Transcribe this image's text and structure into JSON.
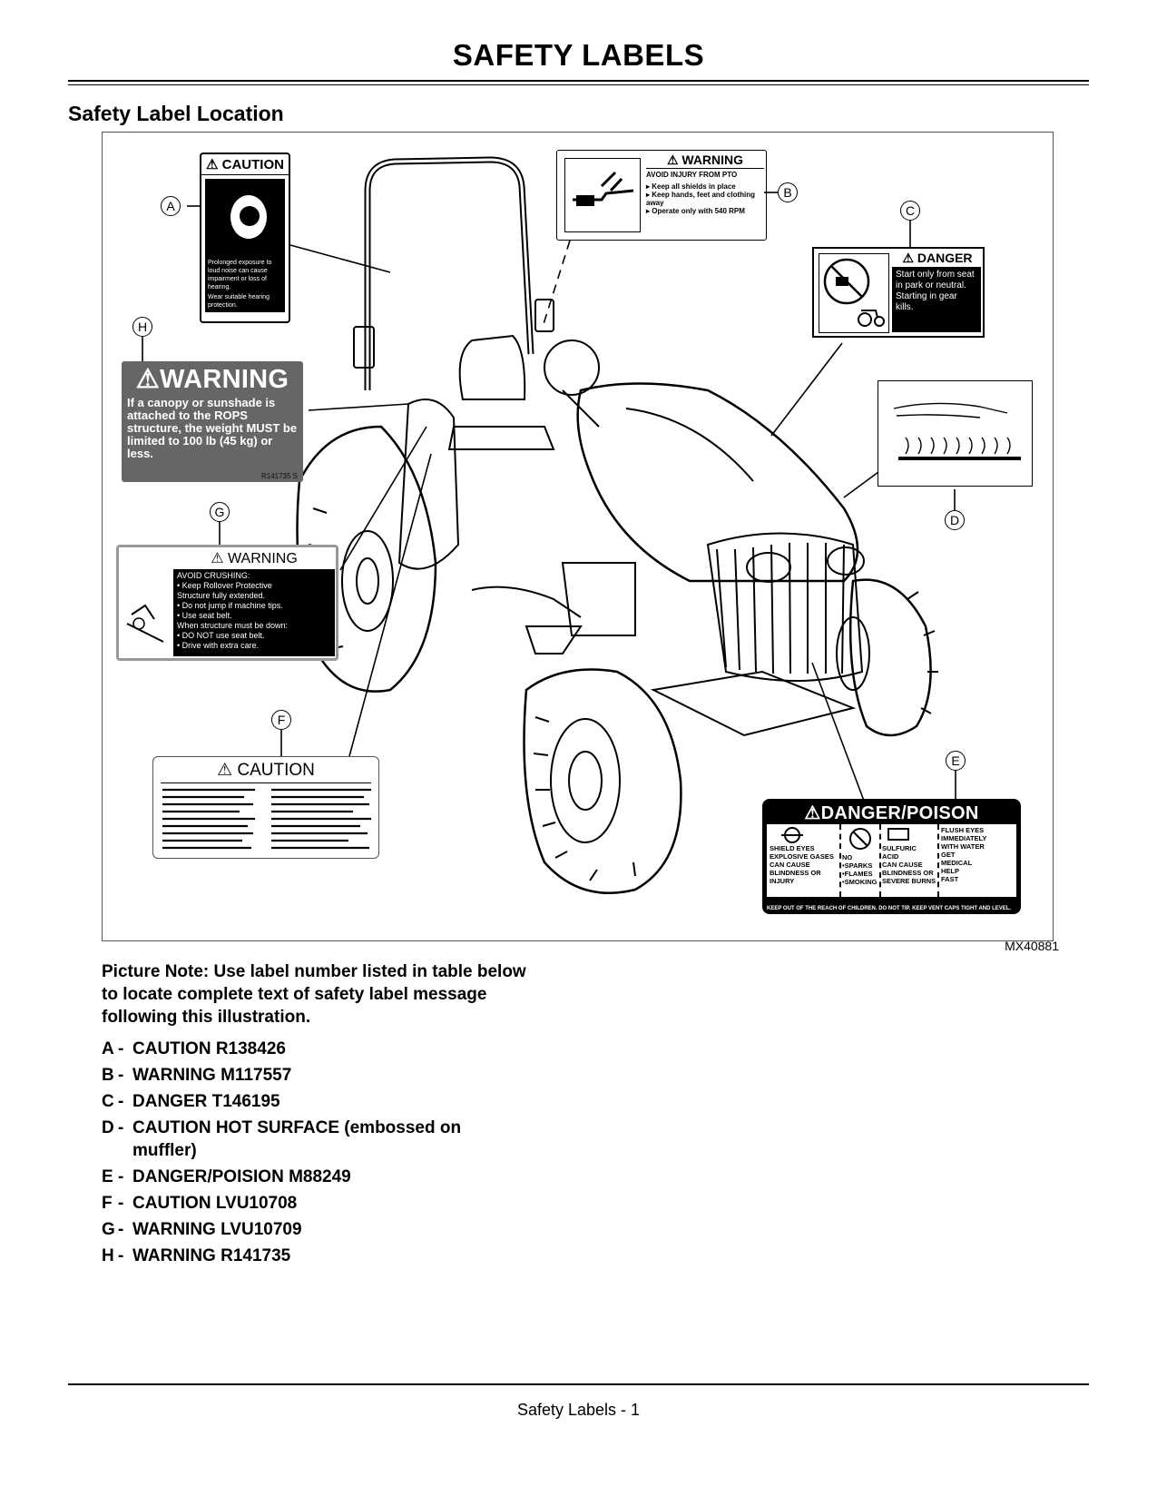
{
  "header": {
    "title": "SAFETY LABELS"
  },
  "section": {
    "heading": "Safety Label Location"
  },
  "figure": {
    "figure_id": "MX40881",
    "callouts": [
      "A",
      "B",
      "C",
      "D",
      "E",
      "F",
      "G",
      "H"
    ],
    "labels": {
      "a": {
        "signal": "⚠ CAUTION",
        "text": "Prolonged exposure to loud noise can cause impairment or loss of hearing.",
        "text2": "Wear suitable hearing protection."
      },
      "b": {
        "signal": "⚠ WARNING",
        "subhead": "AVOID INJURY FROM PTO",
        "text": "▸ Keep all shields in place\n▸ Keep hands, feet and clothing away\n▸ Operate only with 540 RPM"
      },
      "c": {
        "signal": "⚠ DANGER",
        "text": "Start only from seat in park or neutral.\nStarting in gear kills."
      },
      "e": {
        "signal": "⚠DANGER/POISON",
        "col1": "SHIELD EYES\nEXPLOSIVE GASES\nCAN CAUSE\nBLINDNESS OR\nINJURY",
        "col2": "NO\n•SPARKS\n•FLAMES\n•SMOKING",
        "col3": "SULFURIC\nACID\nCAN CAUSE\nBLINDNESS OR\nSEVERE BURNS",
        "col4": "FLUSH EYES\nIMMEDIATELY\nWITH WATER\nGET\nMEDICAL\nHELP\nFAST",
        "bottom": "KEEP OUT OF THE REACH OF CHILDREN.  DO NOT TIP.  KEEP VENT CAPS TIGHT AND LEVEL."
      },
      "f": {
        "signal": "⚠ CAUTION"
      },
      "g": {
        "signal": "⚠ WARNING",
        "text": "AVOID CRUSHING:\n•  Keep Rollover Protective\n    Structure fully extended.\n•  Do not jump if machine tips.\n•  Use seat belt.\nWhen structure must be down:\n•  DO NOT use seat belt.\n•  Drive with extra care."
      },
      "h": {
        "signal": "⚠WARNING",
        "text": "If a canopy or sunshade is attached to the ROPS structure, the weight MUST be limited to 100 lb (45 kg) or less.",
        "code": "R141735   S"
      }
    }
  },
  "note": "Picture Note: Use label number listed in table below to locate complete text of safety label message following this illustration.",
  "legend": [
    {
      "letter": "A",
      "text": "CAUTION R138426"
    },
    {
      "letter": "B",
      "text": "WARNING M117557"
    },
    {
      "letter": "C",
      "text": "DANGER T146195"
    },
    {
      "letter": "D",
      "text": "CAUTION HOT SURFACE (embossed on muffler)"
    },
    {
      "letter": "E",
      "text": "DANGER/POISION M88249"
    },
    {
      "letter": "F",
      "text": "CAUTION LVU10708"
    },
    {
      "letter": "G",
      "text": "WARNING LVU10709"
    },
    {
      "letter": "H",
      "text": "WARNING R141735"
    }
  ],
  "footer": {
    "text": "Safety Labels - 1"
  }
}
